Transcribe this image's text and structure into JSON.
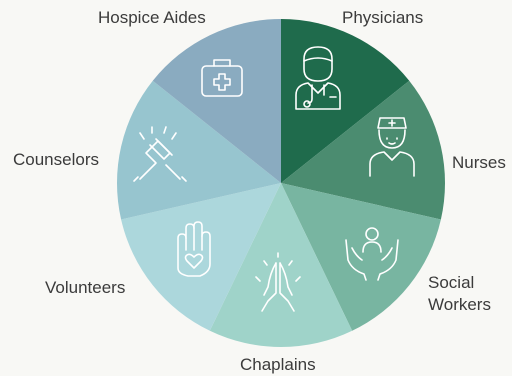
{
  "diagram": {
    "segments": [
      {
        "key": "physicians",
        "label": "Physicians",
        "color": "#1f6b4c",
        "icon": "doctor-icon"
      },
      {
        "key": "nurses",
        "label": "Nurses",
        "color": "#4b8c70",
        "icon": "nurse-icon"
      },
      {
        "key": "social-workers",
        "label": "Social\nWorkers",
        "color": "#78b5a1",
        "icon": "caring-hands-person-icon"
      },
      {
        "key": "chaplains",
        "label": "Chaplains",
        "color": "#9fd3c9",
        "icon": "praying-hands-icon"
      },
      {
        "key": "volunteers",
        "label": "Volunteers",
        "color": "#acd7dc",
        "icon": "hand-heart-icon"
      },
      {
        "key": "counselors",
        "label": "Counselors",
        "color": "#97c5cf",
        "icon": "handshake-icon"
      },
      {
        "key": "hospice-aides",
        "label": "Hospice Aides",
        "color": "#8aabc0",
        "icon": "first-aid-kit-icon"
      }
    ]
  }
}
